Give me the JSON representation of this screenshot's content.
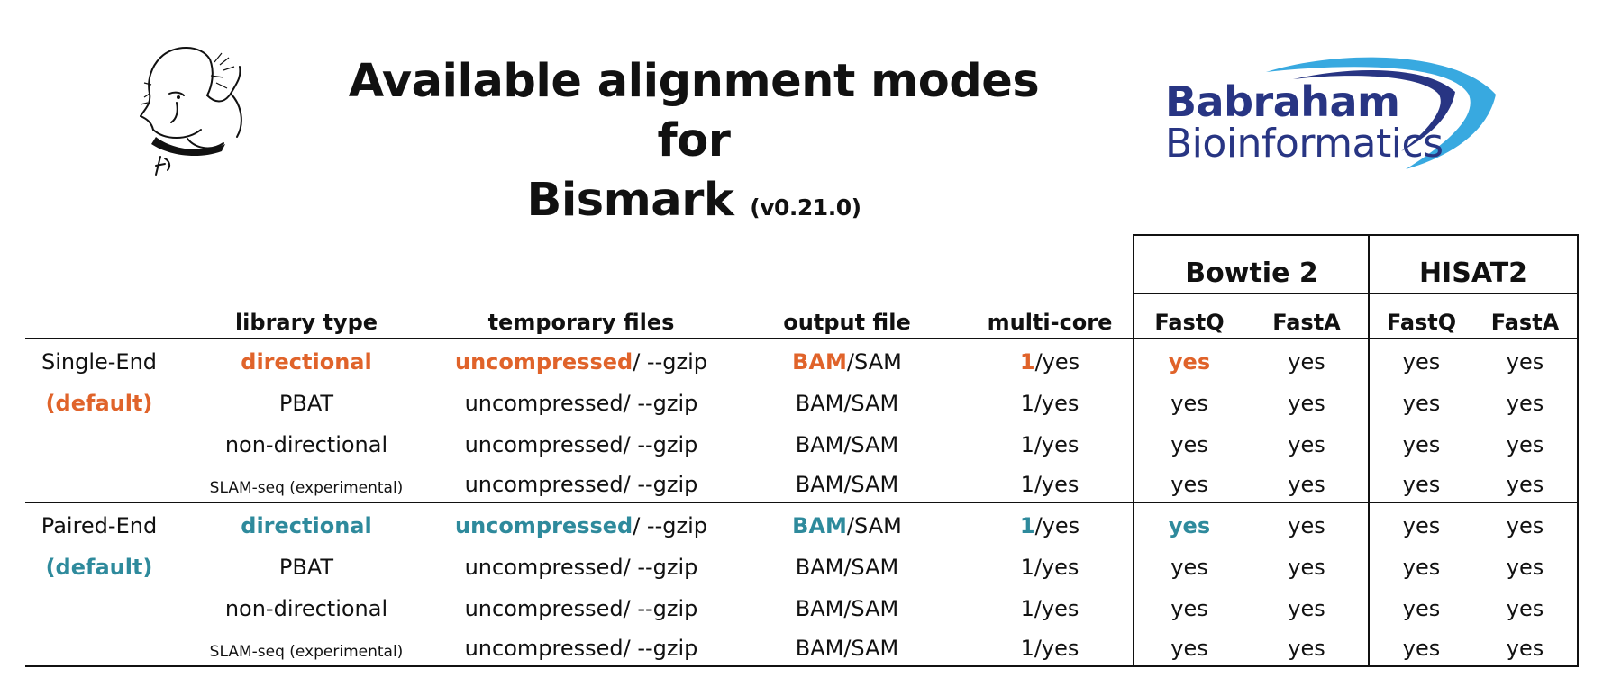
{
  "title": {
    "line1": "Available alignment modes for",
    "line2": "Bismark",
    "version": "(v0.21.0)"
  },
  "logo": {
    "line1": "Babraham",
    "line2": "Bioinformatics",
    "color_primary": "#283583",
    "color_swoosh": "#38a9e0"
  },
  "sketch": {
    "icon": "bismark-portrait-sketch"
  },
  "colors": {
    "orange": "#e0632a",
    "teal": "#2e8a9c"
  },
  "table": {
    "group_headers": {
      "bowtie": "Bowtie 2",
      "hisat": "HISAT2"
    },
    "headers": {
      "library": "library type",
      "temp": "temporary files",
      "output": "output file",
      "multicore": "multi-core",
      "bt_fastq": "FastQ",
      "bt_fasta": "FastA",
      "hs_fastq": "FastQ",
      "hs_fasta": "FastA"
    },
    "se": {
      "label": "Single-End",
      "default": "(default)",
      "rows": [
        {
          "library": "directional",
          "temp_hl": "uncompressed",
          "temp_rest": "/ --gzip",
          "out_hl": "BAM",
          "out_rest": "/SAM",
          "mc_hl": "1",
          "mc_rest": "/yes",
          "bt_fastq": "yes",
          "bt_fasta": "yes",
          "hs_fastq": "yes",
          "hs_fasta": "yes"
        },
        {
          "library": "PBAT",
          "temp": "uncompressed/ --gzip",
          "out": "BAM/SAM",
          "mc": "1/yes",
          "bt_fastq": "yes",
          "bt_fasta": "yes",
          "hs_fastq": "yes",
          "hs_fasta": "yes"
        },
        {
          "library": "non-directional",
          "temp": "uncompressed/ --gzip",
          "out": "BAM/SAM",
          "mc": "1/yes",
          "bt_fastq": "yes",
          "bt_fasta": "yes",
          "hs_fastq": "yes",
          "hs_fasta": "yes"
        },
        {
          "library": "SLAM-seq (experimental)",
          "temp": "uncompressed/ --gzip",
          "out": "BAM/SAM",
          "mc": "1/yes",
          "bt_fastq": "yes",
          "bt_fasta": "yes",
          "hs_fastq": "yes",
          "hs_fasta": "yes"
        }
      ]
    },
    "pe": {
      "label": "Paired-End",
      "default": "(default)",
      "rows": [
        {
          "library": "directional",
          "temp_hl": "uncompressed",
          "temp_rest": "/ --gzip",
          "out_hl": "BAM",
          "out_rest": "/SAM",
          "mc_hl": "1",
          "mc_rest": "/yes",
          "bt_fastq": "yes",
          "bt_fasta": "yes",
          "hs_fastq": "yes",
          "hs_fasta": "yes"
        },
        {
          "library": "PBAT",
          "temp": "uncompressed/ --gzip",
          "out": "BAM/SAM",
          "mc": "1/yes",
          "bt_fastq": "yes",
          "bt_fasta": "yes",
          "hs_fastq": "yes",
          "hs_fasta": "yes"
        },
        {
          "library": "non-directional",
          "temp": "uncompressed/ --gzip",
          "out": "BAM/SAM",
          "mc": "1/yes",
          "bt_fastq": "yes",
          "bt_fasta": "yes",
          "hs_fastq": "yes",
          "hs_fasta": "yes"
        },
        {
          "library": "SLAM-seq (experimental)",
          "temp": "uncompressed/ --gzip",
          "out": "BAM/SAM",
          "mc": "1/yes",
          "bt_fastq": "yes",
          "bt_fasta": "yes",
          "hs_fastq": "yes",
          "hs_fasta": "yes"
        }
      ]
    }
  }
}
